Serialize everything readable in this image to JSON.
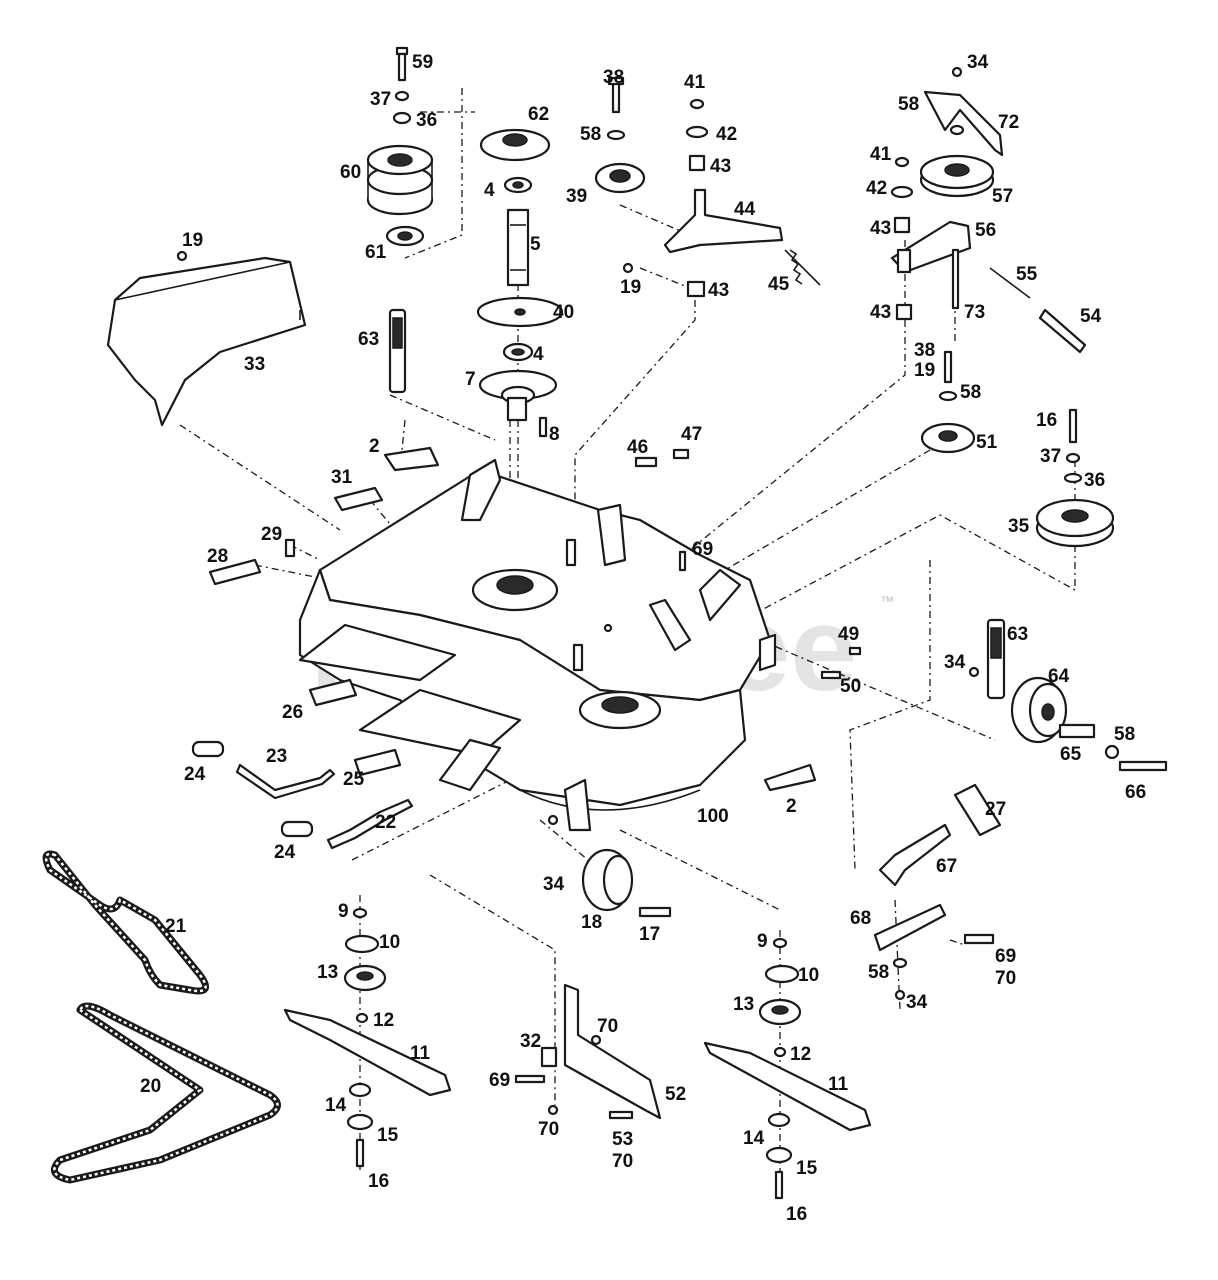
{
  "watermark": {
    "text": "PartsTree",
    "trademark": "™"
  },
  "callouts": [
    {
      "id": "c59",
      "text": "59"
    },
    {
      "id": "c37a",
      "text": "37"
    },
    {
      "id": "c36a",
      "text": "36"
    },
    {
      "id": "c60",
      "text": "60"
    },
    {
      "id": "c61",
      "text": "61"
    },
    {
      "id": "c62",
      "text": "62"
    },
    {
      "id": "c4a",
      "text": "4"
    },
    {
      "id": "c5",
      "text": "5"
    },
    {
      "id": "c40",
      "text": "40"
    },
    {
      "id": "c4b",
      "text": "4"
    },
    {
      "id": "c7",
      "text": "7"
    },
    {
      "id": "c8",
      "text": "8"
    },
    {
      "id": "c38a",
      "text": "38"
    },
    {
      "id": "c58a",
      "text": "58"
    },
    {
      "id": "c39",
      "text": "39"
    },
    {
      "id": "c19a",
      "text": "19"
    },
    {
      "id": "c41a",
      "text": "41"
    },
    {
      "id": "c42a",
      "text": "42"
    },
    {
      "id": "c43a",
      "text": "43"
    },
    {
      "id": "c44",
      "text": "44"
    },
    {
      "id": "c45",
      "text": "45"
    },
    {
      "id": "c43b",
      "text": "43"
    },
    {
      "id": "c34a",
      "text": "34"
    },
    {
      "id": "c58b",
      "text": "58"
    },
    {
      "id": "c72",
      "text": "72"
    },
    {
      "id": "c41b",
      "text": "41"
    },
    {
      "id": "c42b",
      "text": "42"
    },
    {
      "id": "c43c",
      "text": "43"
    },
    {
      "id": "c57",
      "text": "57"
    },
    {
      "id": "c56",
      "text": "56"
    },
    {
      "id": "c55",
      "text": "55"
    },
    {
      "id": "c43d",
      "text": "43"
    },
    {
      "id": "c73",
      "text": "73"
    },
    {
      "id": "c54",
      "text": "54"
    },
    {
      "id": "c38b",
      "text": "38"
    },
    {
      "id": "c19b",
      "text": "19"
    },
    {
      "id": "c58c",
      "text": "58"
    },
    {
      "id": "c51",
      "text": "51"
    },
    {
      "id": "c16a",
      "text": "16"
    },
    {
      "id": "c37b",
      "text": "37"
    },
    {
      "id": "c36b",
      "text": "36"
    },
    {
      "id": "c35",
      "text": "35"
    },
    {
      "id": "c19c",
      "text": "19"
    },
    {
      "id": "c33",
      "text": "33"
    },
    {
      "id": "c63a",
      "text": "63"
    },
    {
      "id": "c46",
      "text": "46"
    },
    {
      "id": "c47",
      "text": "47"
    },
    {
      "id": "c2a",
      "text": "2"
    },
    {
      "id": "c31",
      "text": "31"
    },
    {
      "id": "c29",
      "text": "29"
    },
    {
      "id": "c28",
      "text": "28"
    },
    {
      "id": "c69a",
      "text": "69"
    },
    {
      "id": "c49",
      "text": "49"
    },
    {
      "id": "c50",
      "text": "50"
    },
    {
      "id": "c63b",
      "text": "63"
    },
    {
      "id": "c34b",
      "text": "34"
    },
    {
      "id": "c64",
      "text": "64"
    },
    {
      "id": "c58d",
      "text": "58"
    },
    {
      "id": "c65",
      "text": "65"
    },
    {
      "id": "c66",
      "text": "66"
    },
    {
      "id": "c26",
      "text": "26"
    },
    {
      "id": "c23",
      "text": "23"
    },
    {
      "id": "c24a",
      "text": "24"
    },
    {
      "id": "c25",
      "text": "25"
    },
    {
      "id": "c24b",
      "text": "24"
    },
    {
      "id": "c22",
      "text": "22"
    },
    {
      "id": "c2b",
      "text": "2"
    },
    {
      "id": "c100",
      "text": "100"
    },
    {
      "id": "c27",
      "text": "27"
    },
    {
      "id": "c67",
      "text": "67"
    },
    {
      "id": "c34c",
      "text": "34"
    },
    {
      "id": "c18",
      "text": "18"
    },
    {
      "id": "c17",
      "text": "17"
    },
    {
      "id": "c68",
      "text": "68"
    },
    {
      "id": "c69b",
      "text": "69"
    },
    {
      "id": "c70a",
      "text": "70"
    },
    {
      "id": "c58e",
      "text": "58"
    },
    {
      "id": "c34d",
      "text": "34"
    },
    {
      "id": "c21",
      "text": "21"
    },
    {
      "id": "c9a",
      "text": "9"
    },
    {
      "id": "c10a",
      "text": "10"
    },
    {
      "id": "c13a",
      "text": "13"
    },
    {
      "id": "c12a",
      "text": "12"
    },
    {
      "id": "c11a",
      "text": "11"
    },
    {
      "id": "c20",
      "text": "20"
    },
    {
      "id": "c14a",
      "text": "14"
    },
    {
      "id": "c15a",
      "text": "15"
    },
    {
      "id": "c16b",
      "text": "16"
    },
    {
      "id": "c32",
      "text": "32"
    },
    {
      "id": "c70b",
      "text": "70"
    },
    {
      "id": "c69c",
      "text": "69"
    },
    {
      "id": "c52",
      "text": "52"
    },
    {
      "id": "c70c",
      "text": "70"
    },
    {
      "id": "c53",
      "text": "53"
    },
    {
      "id": "c70d",
      "text": "70"
    },
    {
      "id": "c9b",
      "text": "9"
    },
    {
      "id": "c10b",
      "text": "10"
    },
    {
      "id": "c13b",
      "text": "13"
    },
    {
      "id": "c12b",
      "text": "12"
    },
    {
      "id": "c11b",
      "text": "11"
    },
    {
      "id": "c14b",
      "text": "14"
    },
    {
      "id": "c15b",
      "text": "15"
    },
    {
      "id": "c16c",
      "text": "16"
    }
  ]
}
